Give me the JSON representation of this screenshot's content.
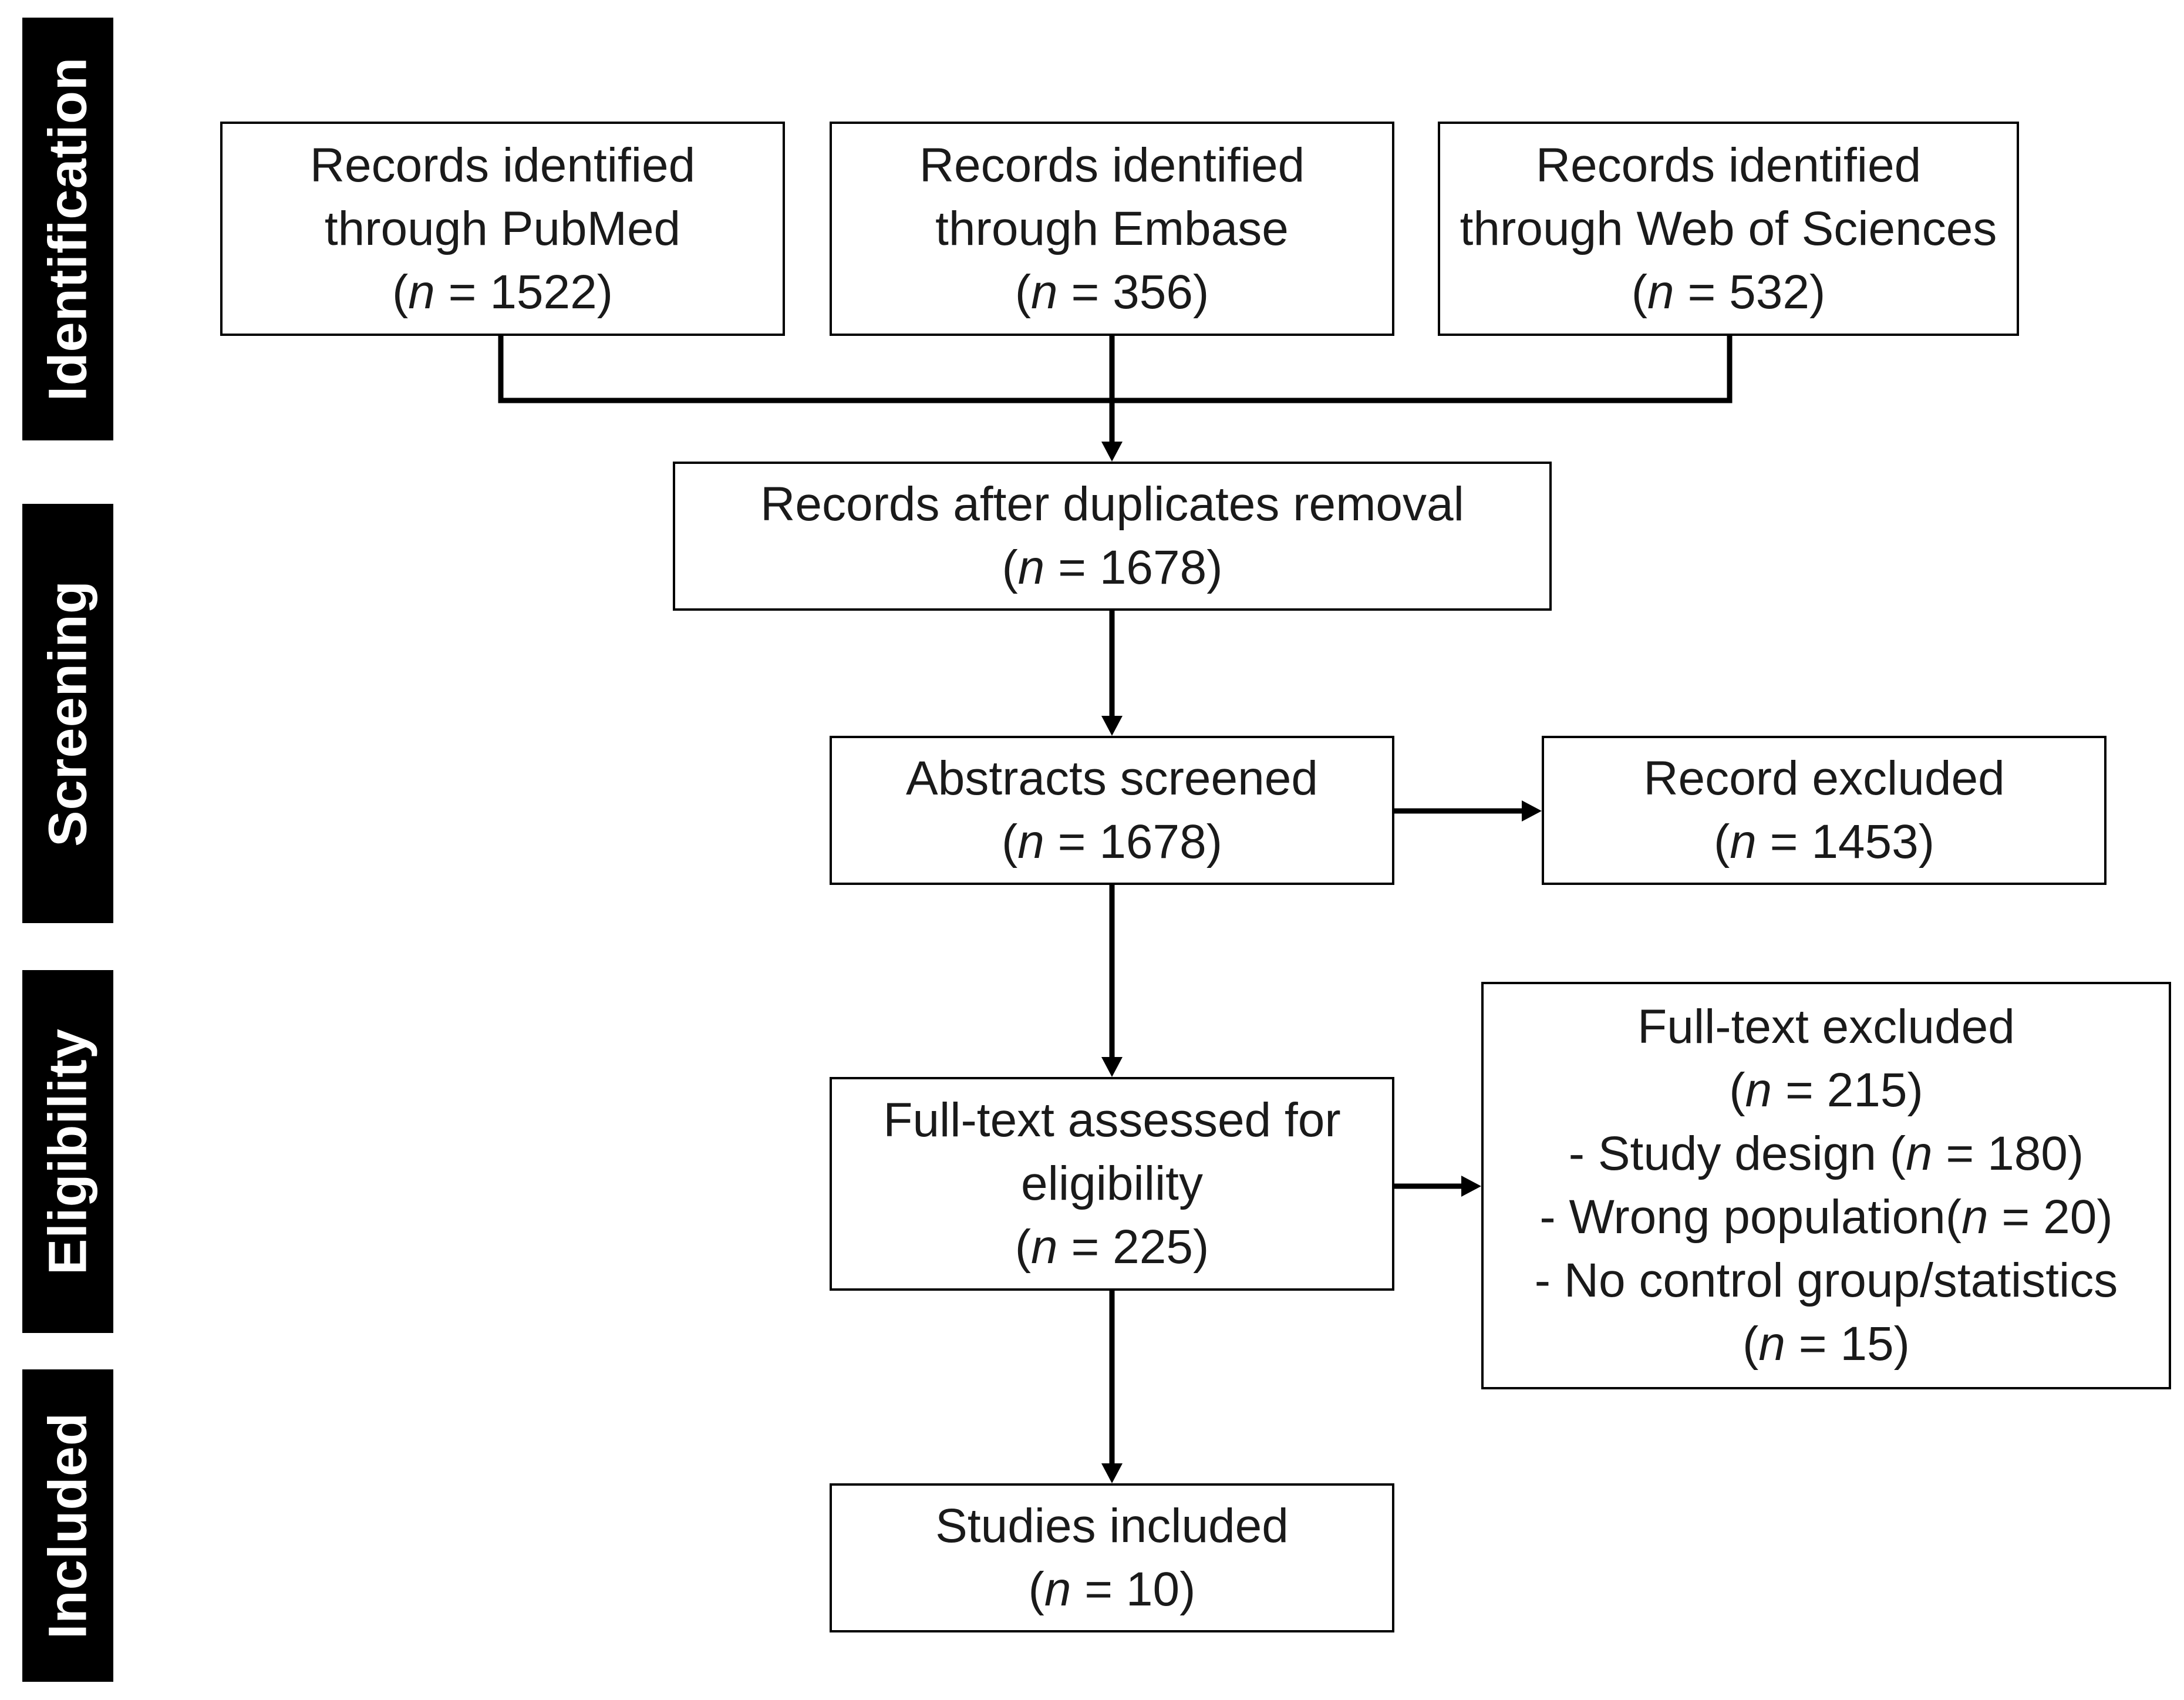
{
  "stages": {
    "identification": "Identification",
    "screening": "Screening",
    "eligibility": "Eligibility",
    "included": "Included"
  },
  "boxes": {
    "pubmed": {
      "lines": [
        "Records identified",
        "through PubMed"
      ],
      "n": "1522"
    },
    "embase": {
      "lines": [
        "Records identified",
        "through Embase"
      ],
      "n": "356"
    },
    "wos": {
      "lines": [
        "Records identified",
        "through Web of Sciences"
      ],
      "n": "532"
    },
    "dedup": {
      "lines": [
        "Records after duplicates removal"
      ],
      "n": "1678"
    },
    "abstracts": {
      "lines": [
        "Abstracts screened"
      ],
      "n": "1678"
    },
    "record_excluded": {
      "lines": [
        "Record excluded"
      ],
      "n": "1453"
    },
    "fulltext": {
      "lines": [
        "Full-text assessed for",
        "eligibility"
      ],
      "n": "225"
    },
    "fulltext_excluded": {
      "title": "Full-text excluded",
      "n": "215",
      "reasons": [
        {
          "prefix": "- Study design (",
          "n": "180",
          "suffix": ")"
        },
        {
          "prefix": "- Wrong population(",
          "n": "20",
          "suffix": ")"
        }
      ],
      "last_reason": "- No control group/statistics",
      "last_n": "15"
    },
    "included": {
      "lines": [
        "Studies included"
      ],
      "n": "10"
    }
  },
  "count_symbol": "n",
  "count_equals": " = "
}
